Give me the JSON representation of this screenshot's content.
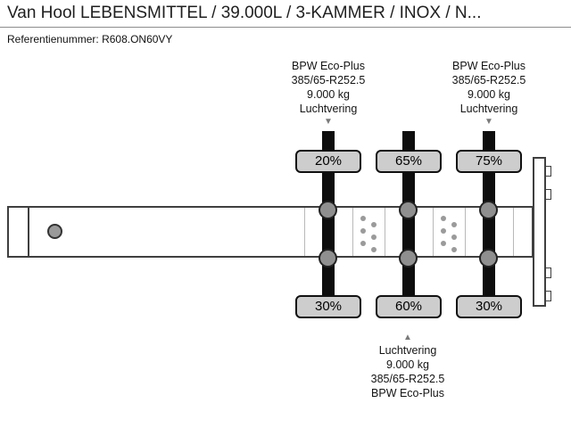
{
  "header": {
    "title": "Van Hool LEBENSMITTEL / 39.000L / 3-KAMMER / INOX / N...",
    "reference_label": "Referentienummer:",
    "reference_value": "R608.ON60VY"
  },
  "labels": {
    "front_axle": {
      "lines": [
        "BPW Eco-Plus",
        "385/65-R252.5",
        "9.000 kg",
        "Luchtvering"
      ],
      "arrow": "▼"
    },
    "rear_axle": {
      "lines": [
        "BPW Eco-Plus",
        "385/65-R252.5",
        "9.000 kg",
        "Luchtvering"
      ],
      "arrow": "▼"
    },
    "middle_axle": {
      "arrow": "▲",
      "lines": [
        "Luchtvering",
        "9.000 kg",
        "385/65-R252.5",
        "BPW Eco-Plus"
      ]
    }
  },
  "axles": [
    {
      "name": "axle-1",
      "top_value": "20%",
      "bottom_value": "30%"
    },
    {
      "name": "axle-2",
      "top_value": "65%",
      "bottom_value": "60%"
    },
    {
      "name": "axle-3",
      "top_value": "75%",
      "bottom_value": "30%"
    }
  ],
  "colors": {
    "background": "#ffffff",
    "text": "#1a1a1a",
    "divider": "#8c8c8c",
    "beam_outline": "#3f3f3f",
    "axle_bar": "#0d0d0d",
    "badge_fill": "#cdcdcd",
    "badge_border": "#111111",
    "arrow": "#7a7a7a"
  }
}
